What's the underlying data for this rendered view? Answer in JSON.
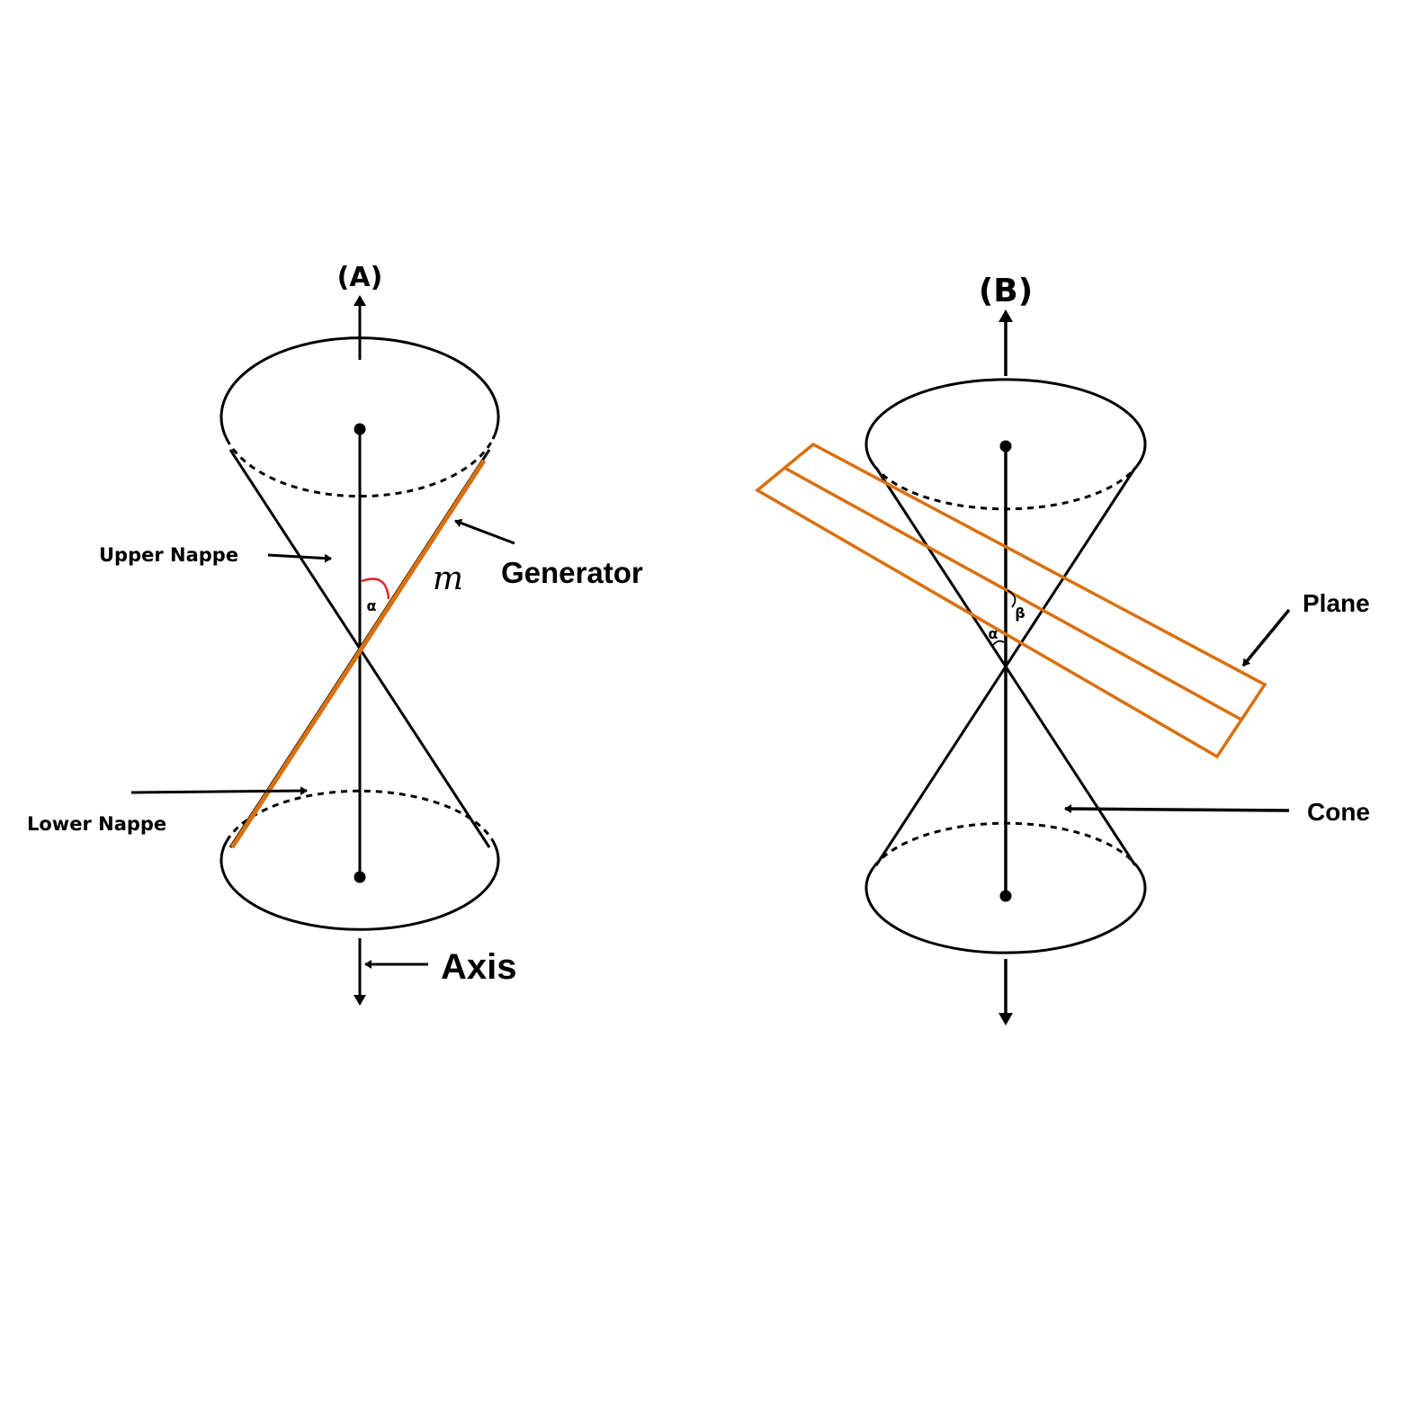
{
  "figure_a": {
    "title": "(A)",
    "labels": {
      "upper_nappe": "Upper  Nappe",
      "lower_nappe": "Lower  Nappe",
      "generator": "Generator",
      "axis": "Axis",
      "alpha": "α",
      "line_name": "m"
    }
  },
  "figure_b": {
    "title": "(B)",
    "labels": {
      "plane": "Plane",
      "cone": "Cone",
      "alpha": "α",
      "beta": "β"
    }
  },
  "colors": {
    "outline": "#000000",
    "accent": "#D9700F",
    "angle_mark": "#E0202A",
    "background": "#FFFFFF"
  }
}
